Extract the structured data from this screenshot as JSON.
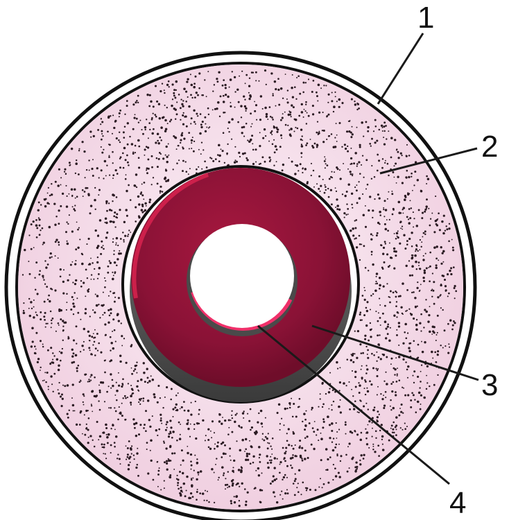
{
  "diagram": {
    "labels": [
      {
        "id": "1",
        "text": "1"
      },
      {
        "id": "2",
        "text": "2"
      },
      {
        "id": "3",
        "text": "3"
      },
      {
        "id": "4",
        "text": "4"
      }
    ]
  },
  "colors": {
    "outer_ring_fill": "#ffffff",
    "outer_ring_stroke": "#111111",
    "speckled_layer": "#f4dcea",
    "speckle_dot": "#2a1a22",
    "inner_ring_dark": "#8e1538",
    "inner_ring_highlight": "#d8234f",
    "inner_shadow": "#555555",
    "lumen": "#ffffff"
  }
}
